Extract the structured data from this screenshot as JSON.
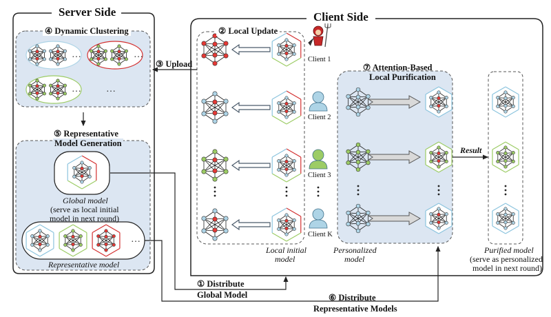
{
  "diagram": {
    "server_title": "Server Side",
    "client_title": "Client Side",
    "steps": {
      "distribute_global": [
        "① Distribute",
        "Global Model"
      ],
      "local_update": "② Local Update",
      "upload": "③ Upload",
      "dynamic_clustering": "④ Dynamic Clustering",
      "representative_generation": [
        "⑤ Representative",
        "Model Generation"
      ],
      "distribute_representative": [
        "⑥ Distribute",
        "Representative Models"
      ],
      "purification": [
        "⑦ Attention-Based",
        "Local Purification"
      ]
    },
    "global_model": {
      "label": "Global model",
      "note": [
        "(serve as local initial",
        "model in next round)"
      ]
    },
    "representative_model_label": "Representative model",
    "local_initial_model_label": [
      "Local initial",
      "model"
    ],
    "personalized_model_label": [
      "Personalized",
      "model"
    ],
    "purified_model": {
      "label": "Purified model",
      "note": [
        "(serve as personalized",
        "model in next round)"
      ]
    },
    "result_label": "Result",
    "ellipsis": "…",
    "vertical_ellipsis": "⋮",
    "clients": [
      {
        "name": "Client 1",
        "icon": "devil-icon",
        "model_color": "red",
        "purified_color": "none"
      },
      {
        "name": "Client 2",
        "icon": "user-icon",
        "model_color": "blue",
        "purified_color": "blue"
      },
      {
        "name": "Client 3",
        "icon": "user-icon",
        "model_color": "green",
        "purified_color": "green"
      },
      {
        "name": "Client K",
        "icon": "user-icon",
        "model_color": "blue",
        "purified_color": "blue"
      }
    ],
    "clusters": [
      {
        "color": "blue",
        "members": 2
      },
      {
        "color": "red",
        "members": 2
      },
      {
        "color": "green",
        "members": 2
      }
    ],
    "representative_models": [
      "blue",
      "green",
      "red"
    ],
    "colors": {
      "blue": "#aed4e6",
      "blue_stroke": "#8cc4de",
      "green": "#9ccc65",
      "green_stroke": "#9ccc65",
      "red": "#e53935",
      "red_stroke": "#d32f2f",
      "panel_fill": "#dce6f2",
      "line": "#222222"
    }
  }
}
